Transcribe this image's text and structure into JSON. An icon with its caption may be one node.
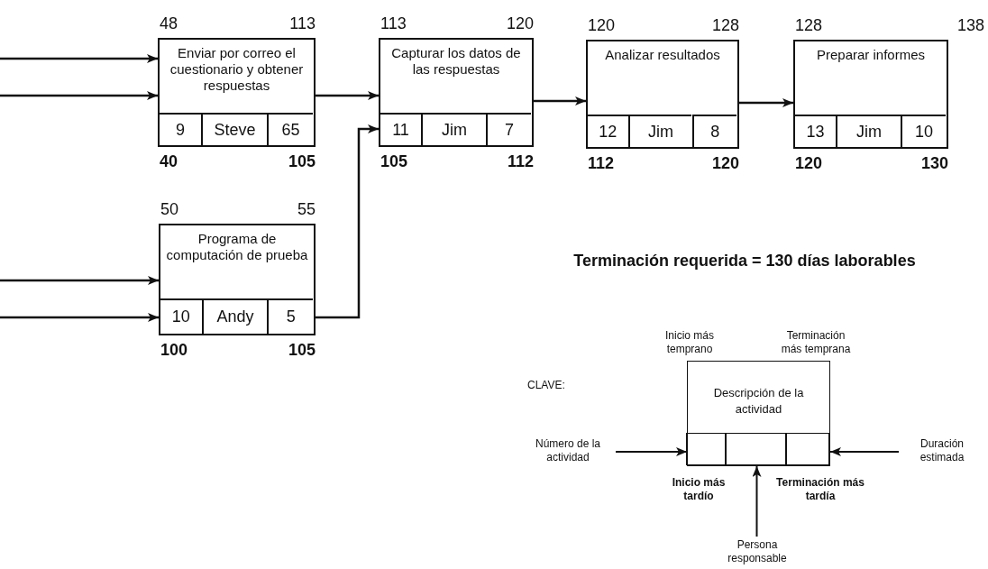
{
  "diagram": {
    "nodes": [
      {
        "text": [
          "Enviar por correo el cuestionario y obtener respuestas",
          "9",
          "Steve",
          "65"
        ],
        "beside": [
          "48",
          "113",
          "40",
          "105"
        ]
      },
      {
        "text": [
          "Capturar los datos de las respuestas",
          "11",
          "Jim",
          "7"
        ],
        "beside": [
          "113",
          "120",
          "105",
          "112"
        ]
      },
      {
        "text": [
          "Analizar resultados",
          "12",
          "Jim",
          "8"
        ],
        "beside": [
          "120",
          "128",
          "112",
          "120"
        ]
      },
      {
        "text": [
          "Preparar informes",
          "13",
          "Jim",
          "10"
        ],
        "beside": [
          "128",
          "138",
          "120",
          "130"
        ]
      },
      {
        "text": [
          "Programa de computación de prueba",
          "10",
          "Andy",
          "5"
        ],
        "beside": [
          "50",
          "55",
          "100",
          "105"
        ]
      },
      {
        "text": [
          "Descripción de la actividad"
        ]
      },
      {
        "text": [],
        "shape": "box",
        "in": 5
      },
      {
        "text": [],
        "shape": "box",
        "in": 5
      },
      {
        "text": [],
        "shape": "box",
        "in": 5
      },
      {
        "text": [
          "Número de la actividad"
        ]
      },
      {
        "text": [
          "Duración estimada"
        ]
      },
      {
        "text": [
          "Persona responsable"
        ]
      }
    ],
    "edges": [
      {
        "from": null,
        "to": 0,
        "arrow": "to"
      },
      {
        "from": null,
        "to": 0,
        "arrow": "to"
      },
      {
        "from": null,
        "to": 4,
        "arrow": "to"
      },
      {
        "from": null,
        "to": 4,
        "arrow": "to"
      },
      {
        "from": 0,
        "to": 1,
        "arrow": "to"
      },
      {
        "from": 4,
        "to": 1,
        "arrow": "to"
      },
      {
        "from": 1,
        "to": 2,
        "arrow": "to"
      },
      {
        "from": 2,
        "to": 3,
        "arrow": "to"
      },
      {
        "from": 9,
        "to": 6,
        "arrow": "to"
      },
      {
        "from": 10,
        "to": 8,
        "arrow": "to"
      },
      {
        "from": 11,
        "to": 7,
        "arrow": "to"
      }
    ],
    "labels": [
      "Terminación requerida = 130 días laborables",
      "CLAVE:",
      "Inicio más temprano",
      "Terminación más temprana",
      "Inicio más tardío",
      "Terminación más tardía"
    ]
  }
}
